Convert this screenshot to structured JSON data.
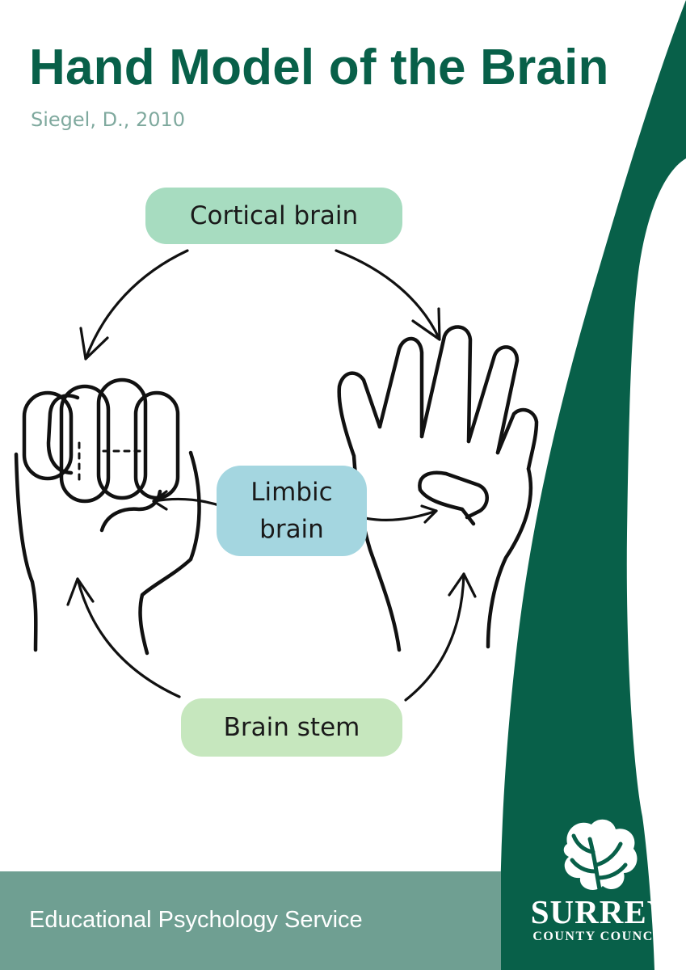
{
  "title": "Hand Model of the Brain",
  "citation": "Siegel, D., 2010",
  "labels": {
    "cortical": "Cortical brain",
    "limbic_line1": "Limbic",
    "limbic_line2": "brain",
    "stem": "Brain stem"
  },
  "footer": {
    "service": "Educational Psychology Service"
  },
  "logo": {
    "name": "SURREY",
    "subtitle": "COUNTY COUNCIL"
  },
  "colors": {
    "brand_green": "#086049",
    "citation_text": "#7fa99e",
    "cortical_pill": "#a7dcc0",
    "limbic_pill": "#a4d6e0",
    "stem_pill": "#c6e7be",
    "footer_band": "#6f9f92"
  },
  "icons": [
    "fist-hand-icon",
    "open-hand-icon",
    "surrey-oak-leaf-icon"
  ]
}
